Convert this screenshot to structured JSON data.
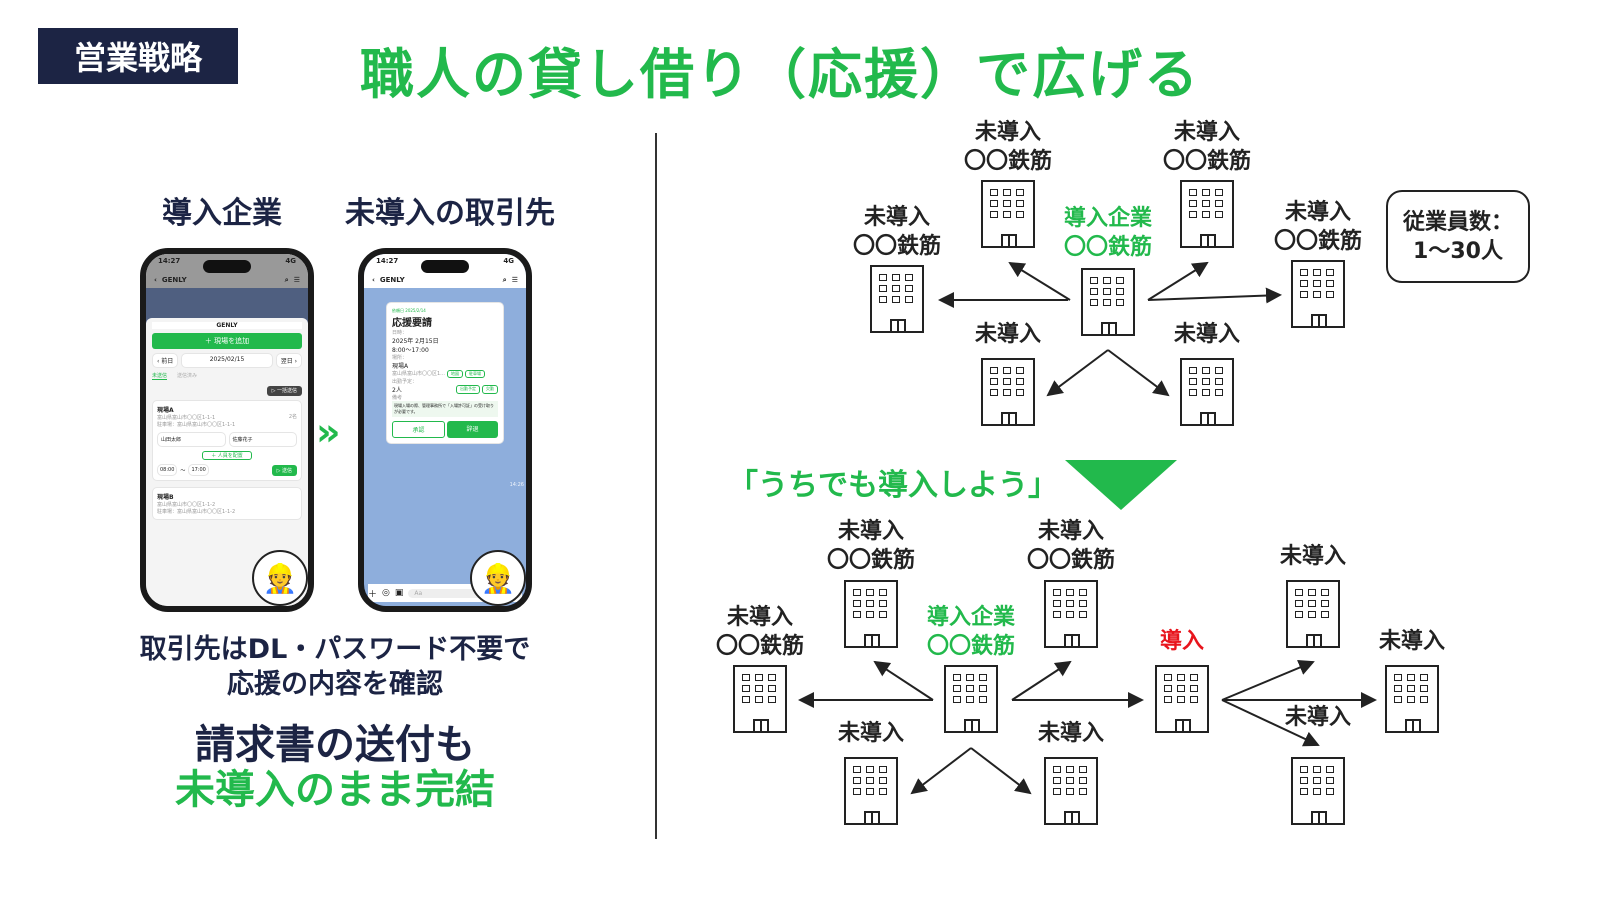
{
  "header": {
    "badge": "営業戦略",
    "title": "職人の貸し借り（応援）で広げる"
  },
  "left": {
    "col1_label": "導入企業",
    "col2_label": "未導入の取引先",
    "caption_line1": "取引先はDL・パスワード不要で",
    "caption_line2": "応援の内容を確認",
    "caption_line3": "請求書の送付も",
    "caption_line4": "未導入のまま完結"
  },
  "phone1": {
    "time": "14:27",
    "signal": "4G",
    "app": "GENLY",
    "sheet_title": "GENLY",
    "add_site": "＋ 現場を追加",
    "prev": "‹ 前日",
    "date": "2025/02/15",
    "next": "翌日 ›",
    "tabs": [
      "未送信",
      "送信済み"
    ],
    "bulk_send": "▷ 一括送信",
    "site_a": {
      "name": "現場A",
      "address": "富山県富山市〇〇区1-1-1",
      "parking": "駐車場：富山県富山市〇〇区1-1-1",
      "count": "2名",
      "workers": [
        "山田太郎",
        "佐藤花子"
      ],
      "assign": "＋ 人員を配置",
      "start": "08:00",
      "end": "17:00",
      "send": "▷ 送信"
    },
    "site_b": {
      "name": "現場B",
      "address": "富山県富山市〇〇区1-1-2",
      "parking": "駐車場：富山県富山市〇〇区1-1-2"
    }
  },
  "phone2": {
    "time": "14:27",
    "signal": "4G",
    "app": "GENLY",
    "request_date": "依頼日 2025/2/14",
    "heading": "応援要請",
    "datetime_label": "日時：",
    "date": "2025年 2月15日",
    "hours": "8:00〜17:00",
    "place_label": "場所：",
    "place": "現場A",
    "place_addr": "富山県富山市〇〇区1...",
    "map_btn": "地図",
    "parking_btn": "駐車場",
    "plan_label": "出勤予定：",
    "plan": "2人",
    "plan_btn": "出勤予定",
    "absent_btn": "欠勤",
    "note_label": "備考",
    "note": "現場入場の際、管理事務所で「入場許可証」の受け取りが必要です。",
    "approve": "承認",
    "decline": "辞退",
    "msg_time": "14:26",
    "input_placeholder": "Aa"
  },
  "diagram_top": {
    "center": [
      "導入企業",
      "〇〇鉄筋"
    ],
    "top_left": [
      "未導入",
      "〇〇鉄筋"
    ],
    "top_right": [
      "未導入",
      "〇〇鉄筋"
    ],
    "left": [
      "未導入",
      "〇〇鉄筋"
    ],
    "right": [
      "未導入",
      "〇〇鉄筋"
    ],
    "bottom_left": "未導入",
    "bottom_right": "未導入",
    "bubble": [
      "従業員数：",
      "1〜30人"
    ]
  },
  "slogan": "「うちでも導入しよう」",
  "diagram_bottom": {
    "center": [
      "導入企業",
      "〇〇鉄筋"
    ],
    "top_left": [
      "未導入",
      "〇〇鉄筋"
    ],
    "top_right": [
      "未導入",
      "〇〇鉄筋"
    ],
    "left": [
      "未導入",
      "〇〇鉄筋"
    ],
    "bottom_left": "未導入",
    "bottom_right": "未導入",
    "new_adopter": "導入",
    "r_top": "未導入",
    "r_right": "未導入",
    "r_bottom": "未導入"
  },
  "colors": {
    "green": "#22b94c",
    "navy": "#1c2444",
    "red": "#e8141c"
  }
}
